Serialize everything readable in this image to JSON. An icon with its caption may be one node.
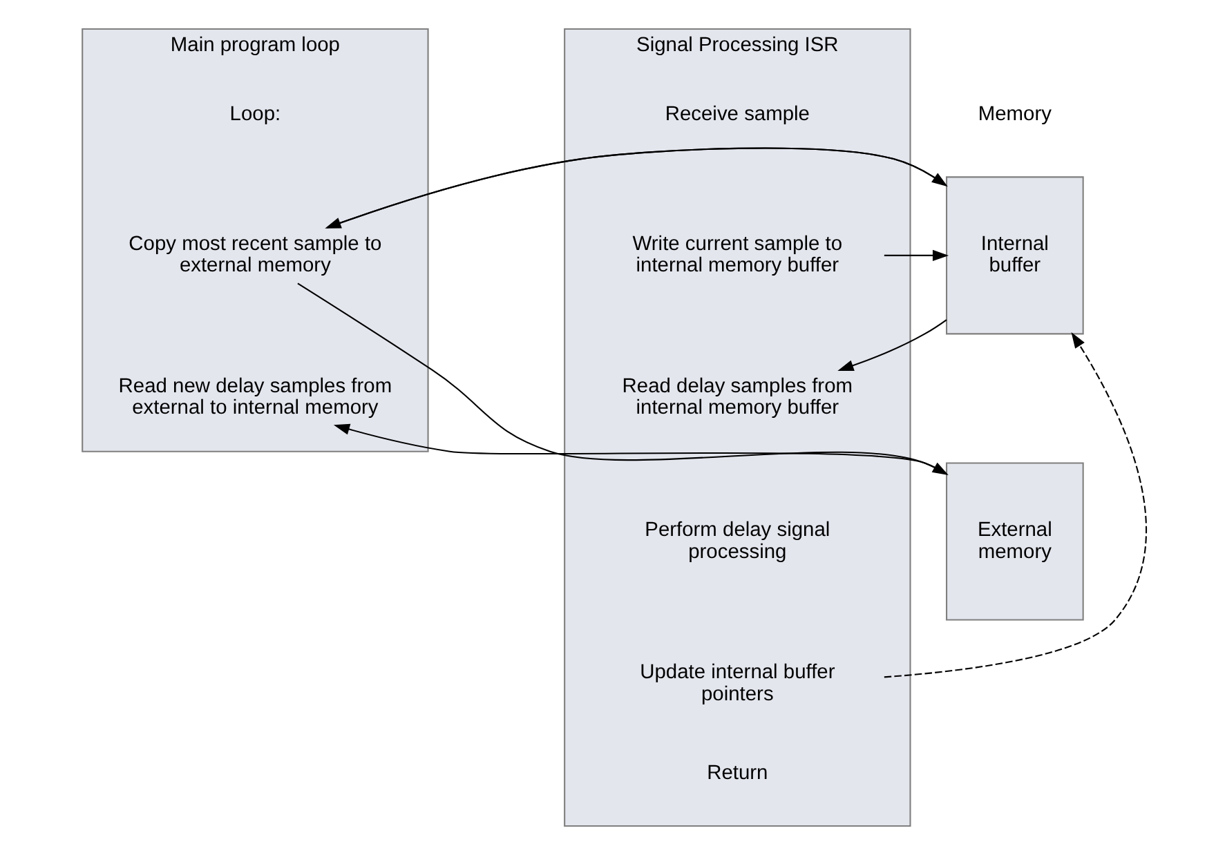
{
  "diagram": {
    "nodes": [
      {
        "text": [
          "Main program loop"
        ]
      },
      {
        "text": [
          "Loop:"
        ],
        "in": 0
      },
      {
        "text": [
          "Copy most recent sample to external memory"
        ],
        "in": 0
      },
      {
        "text": [
          "Read new delay samples from external to internal memory"
        ],
        "in": 0
      },
      {
        "text": [
          "Internal buffer"
        ]
      },
      {
        "text": [
          "External memory"
        ]
      },
      {
        "text": [
          "Signal Processing ISR"
        ]
      },
      {
        "text": [
          "Receive sample"
        ],
        "in": 6
      },
      {
        "text": [
          "Write current sample to internal memory buffer"
        ],
        "in": 6
      },
      {
        "text": [
          "Read delay samples from internal memory buffer"
        ],
        "in": 6
      },
      {
        "text": [
          "Perform delay signal processing"
        ],
        "in": 6
      },
      {
        "text": [
          "Update internal buffer pointers"
        ],
        "in": 6
      },
      {
        "text": [
          "Return"
        ],
        "in": 6
      }
    ],
    "edges": [
      {
        "from": 4,
        "to": 2,
        "arrow": "to"
      },
      {
        "from": 2,
        "to": 4,
        "arrow": "to"
      },
      {
        "from": 2,
        "to": 5,
        "arrow": "to"
      },
      {
        "from": 5,
        "to": 3,
        "arrow": "to"
      },
      {
        "from": 8,
        "to": 4,
        "arrow": "to"
      },
      {
        "from": 4,
        "to": 9,
        "arrow": "to"
      },
      {
        "from": 11,
        "to": 4,
        "arrow": "to",
        "style": "dashed"
      }
    ],
    "labels": [
      "Memory"
    ]
  }
}
